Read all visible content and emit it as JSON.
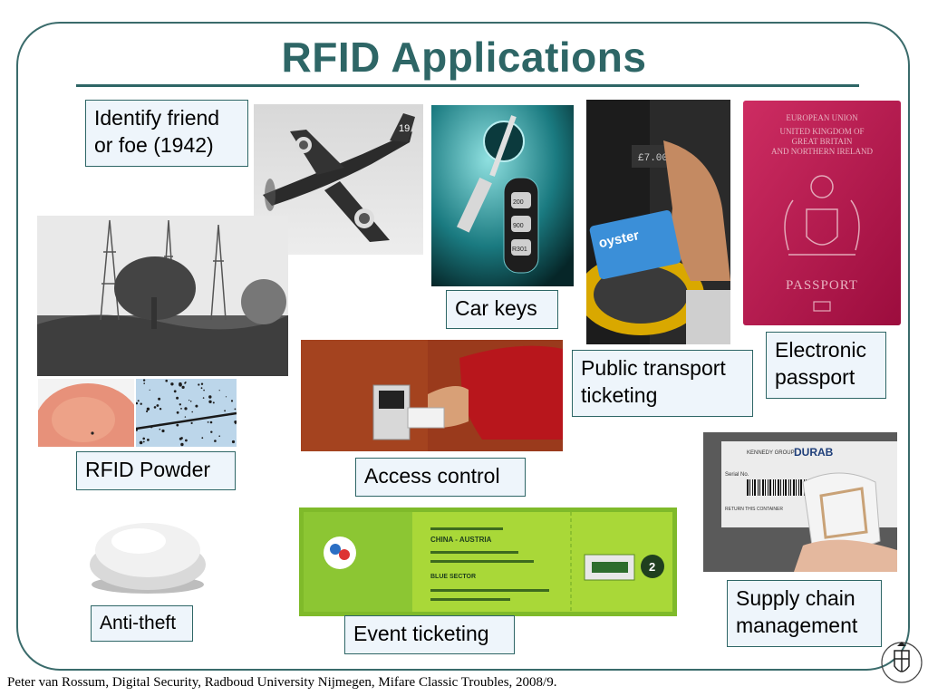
{
  "slide": {
    "title": "RFID Applications",
    "footer": "Peter van Rossum, Digital Security, Radboud University Nijmegen, Mifare Classic Troubles, 2008/9."
  },
  "labels": {
    "iff_line1": "Identify friend",
    "iff_line2": "or foe (1942)",
    "car_keys": "Car keys",
    "public_transport_line1": "Public transport",
    "public_transport_line2": "ticketing",
    "passport_line1": "Electronic",
    "passport_line2": "passport",
    "rfid_powder": "RFID Powder",
    "access_control": "Access control",
    "supply_chain_line1": "Supply chain",
    "supply_chain_line2": "management",
    "anti_theft": "Anti-theft",
    "event_ticketing": "Event ticketing"
  },
  "photo_text": {
    "oyster": "oyster",
    "price": "£7.00",
    "passport_union": "EUROPEAN UNION",
    "passport_country_1": "UNITED KINGDOM OF",
    "passport_country_2": "GREAT BRITAIN",
    "passport_country_3": "AND NORTHERN IRELAND",
    "passport_word": "PASSPORT",
    "ticket_match": "CHINA - AUSTRIA",
    "ticket_sector": "BLUE SECTOR",
    "ticket_gate": "2",
    "supply_brand": "DURAB",
    "supply_group": "KENNEDY GROUP",
    "supply_serial": "Serial No.",
    "supply_return": "RETURN THIS CONTAINER",
    "spitfire_number": "19",
    "key_text_1": "900",
    "key_text_2": "200",
    "key_text_3": "R301"
  },
  "colors": {
    "title": "#2e6666",
    "frame": "#3a6b6b",
    "label_bg": "#eef5fb",
    "passport": "#b8124a",
    "oyster_card": "#3b8fd8",
    "ticket": "#9fd234",
    "wall": "#9a3a1c"
  }
}
